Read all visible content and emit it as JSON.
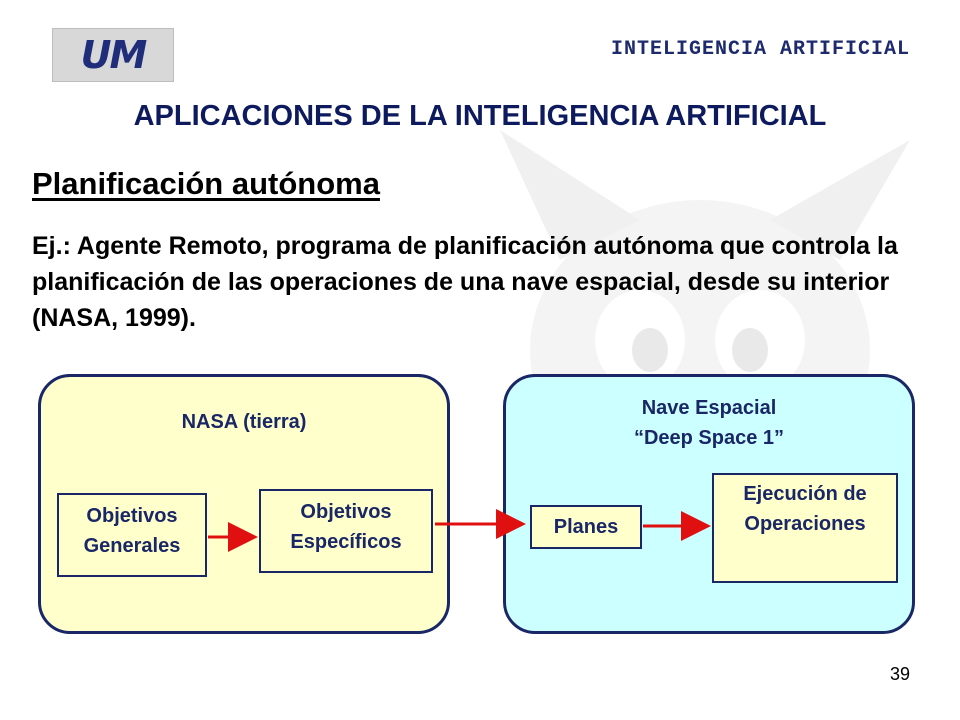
{
  "header": {
    "logo_text": "UM",
    "course_label": "INTELIGENCIA ARTIFICIAL"
  },
  "slide": {
    "title": "APLICACIONES DE LA INTELIGENCIA ARTIFICIAL",
    "section_title": "Planificación autónoma",
    "paragraph": "Ej.: Agente Remoto, programa de planificación autónoma que controla la planificación de las operaciones de una nave espacial, desde su interior (NASA, 1999)."
  },
  "diagram": {
    "nasa_panel": {
      "title": "NASA (tierra)",
      "boxes": [
        {
          "line1": "Objetivos",
          "line2": "Generales"
        },
        {
          "line1": "Objetivos",
          "line2": "Específicos"
        }
      ]
    },
    "ship_panel": {
      "title_line1": "Nave Espacial",
      "title_line2": "“Deep Space 1”",
      "boxes": [
        {
          "line1": "Planes"
        },
        {
          "line1": "Ejecución de",
          "line2": "Operaciones"
        }
      ]
    },
    "colors": {
      "nasa_fill": "#ffffcc",
      "ship_fill": "#ccffff",
      "border": "#1a2766",
      "arrow": "#e01010"
    }
  },
  "page_number": "39"
}
